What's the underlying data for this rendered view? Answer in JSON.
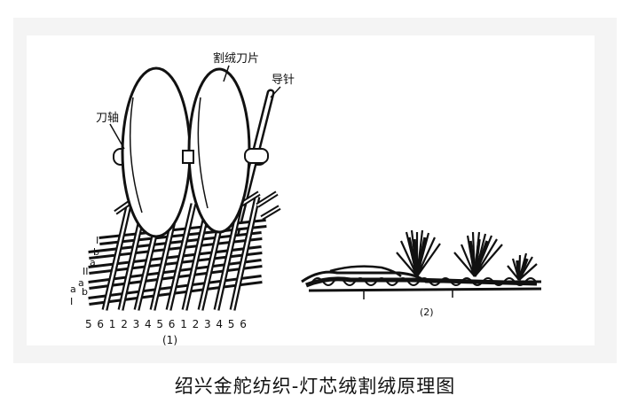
{
  "figure": {
    "labels": {
      "blade": "割绒刀片",
      "shaft": "刀轴",
      "guide": "导针"
    },
    "row_markers": [
      "I",
      "b",
      "a",
      "II",
      "a",
      "b",
      "a",
      "I"
    ],
    "column_numbers": [
      "5",
      "6",
      "1",
      "2",
      "3",
      "4",
      "5",
      "6",
      "1",
      "2",
      "3",
      "4",
      "5",
      "6"
    ],
    "panel_1_label": "(1)",
    "panel_2_label": "(2)",
    "caption": "绍兴金舵纺织-灯芯绒割绒原理图"
  }
}
